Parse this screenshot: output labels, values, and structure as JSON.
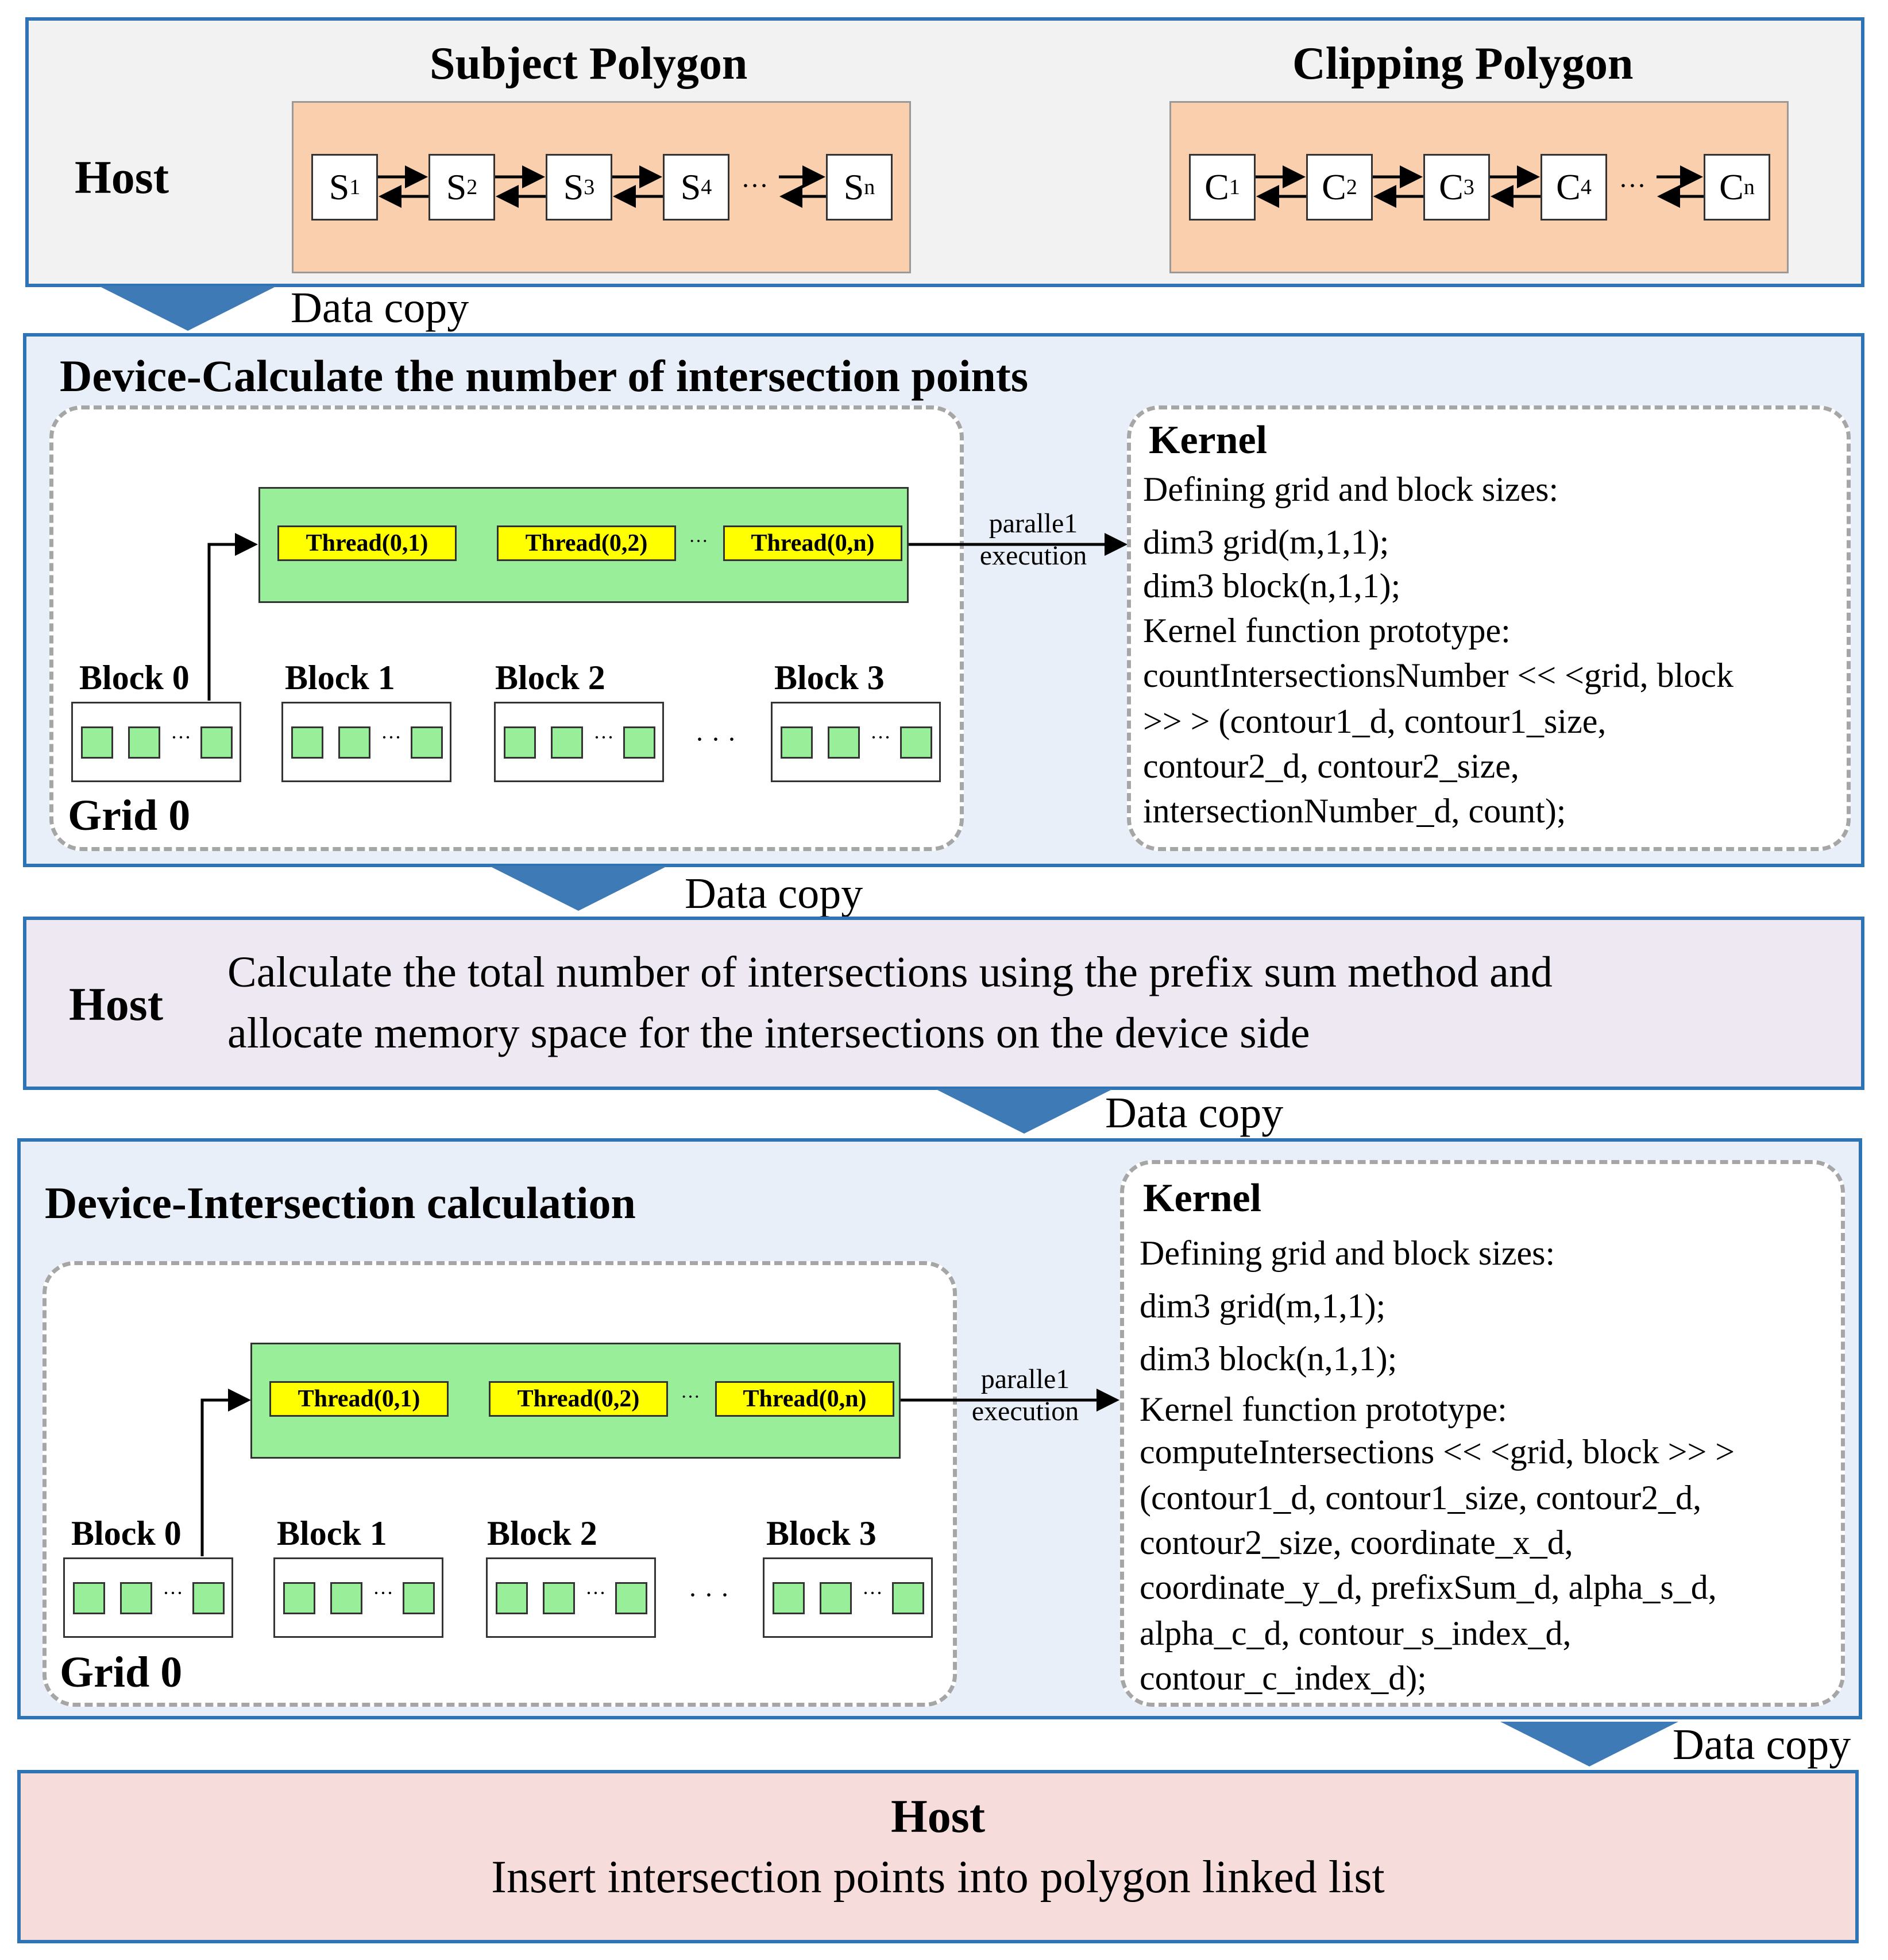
{
  "host_top": {
    "label": "Host",
    "subject_title": "Subject Polygon",
    "clipping_title": "Clipping Polygon",
    "subject_nodes": [
      {
        "base": "S",
        "sub": "1"
      },
      {
        "base": "S",
        "sub": "2"
      },
      {
        "base": "S",
        "sub": "3"
      },
      {
        "base": "S",
        "sub": "4"
      },
      {
        "base": "S",
        "sub": "n"
      }
    ],
    "clipping_nodes": [
      {
        "base": "C",
        "sub": "1"
      },
      {
        "base": "C",
        "sub": "2"
      },
      {
        "base": "C",
        "sub": "3"
      },
      {
        "base": "C",
        "sub": "4"
      },
      {
        "base": "C",
        "sub": "n"
      }
    ],
    "ellipsis": "···"
  },
  "data_copy_label": "Data copy",
  "device1": {
    "title": "Device-Calculate the number of intersection points",
    "threads": [
      "Thread(0,1)",
      "Thread(0,2)",
      "Thread(0,n)"
    ],
    "blocks": [
      "Block 0",
      "Block 1",
      "Block 2",
      "Block 3"
    ],
    "grid_label": "Grid 0",
    "parallel": [
      "paralle1",
      "execution"
    ],
    "kernel_title": "Kernel",
    "kernel_lines": [
      "Defining grid and block sizes:",
      "dim3 grid(m,1,1);",
      "dim3 block(n,1,1);",
      "Kernel function prototype:",
      "countIntersectionsNumber << <grid, block",
      ">> > (contour1_d, contour1_size,",
      "contour2_d, contour2_size,",
      "intersectionNumber_d, count);"
    ]
  },
  "host_middle": {
    "label": "Host",
    "text_lines": [
      "Calculate the total number of intersections using the prefix sum method and",
      "allocate memory space for the intersections on the device side"
    ]
  },
  "device2": {
    "title": "Device-Intersection calculation",
    "threads": [
      "Thread(0,1)",
      "Thread(0,2)",
      "Thread(0,n)"
    ],
    "blocks": [
      "Block 0",
      "Block 1",
      "Block 2",
      "Block 3"
    ],
    "grid_label": "Grid 0",
    "parallel": [
      "paralle1",
      "execution"
    ],
    "kernel_title": "Kernel",
    "kernel_lines": [
      "Defining grid and block sizes:",
      "dim3 grid(m,1,1);",
      "dim3 block(n,1,1);",
      "Kernel function prototype:",
      "computeIntersections << <grid, block >> >",
      "(contour1_d, contour1_size, contour2_d,",
      "contour2_size, coordinate_x_d,",
      "coordinate_y_d, prefixSum_d, alpha_s_d,",
      "alpha_c_d, contour_s_index_d,",
      "contour_c_index_d);"
    ]
  },
  "host_bottom": {
    "label": "Host",
    "text": "Insert intersection points into polygon linked list"
  },
  "colors": {
    "panel_border": "#2e74b5",
    "arrow_blue": "#3d7ab6",
    "polygon_box": "#f9cfae",
    "thread_grid": "#99ee99",
    "thread_box": "#ffff00",
    "host_bottom_bg": "#f7dcdc"
  }
}
